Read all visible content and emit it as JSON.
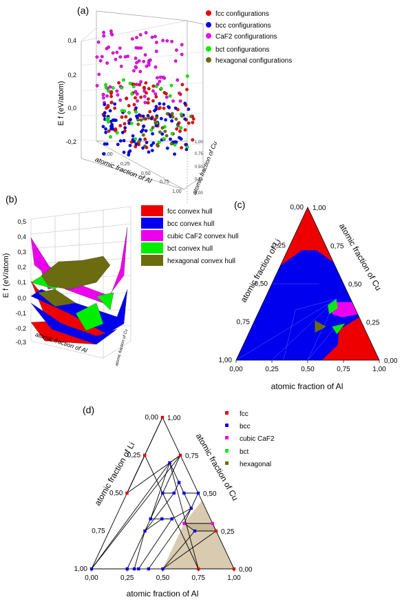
{
  "colors": {
    "fcc": "#ee0000",
    "bcc": "#0000ee",
    "caf2": "#ee00ee",
    "bct": "#00ee00",
    "hex": "#6b6b10",
    "hull_fill": "#d8cbb0",
    "panel_d_dark": "#c9b896"
  },
  "chart_data": [
    {
      "panel": "(a)",
      "type": "scatter",
      "title": "",
      "zlabel": "E f (eV/atom)",
      "xlabel": "atomic fraction of Al",
      "ylabel": "atomic fraction of Cu",
      "z_ticks": [
        "0,4",
        "0,2",
        "0,0",
        "-0,2"
      ],
      "x_ticks": [
        "0,00",
        "0,25",
        "0,50",
        "0,75",
        "1,00"
      ],
      "y_ticks": [
        "1,00",
        "0,75",
        "0,50",
        "0,25",
        "0,00"
      ],
      "zlim": [
        -0.3,
        0.5
      ],
      "legend": [
        {
          "name": "fcc configurations",
          "color_key": "fcc"
        },
        {
          "name": "bcc configurations",
          "color_key": "bcc"
        },
        {
          "name": "CaF2 configurations",
          "color_key": "caf2"
        },
        {
          "name": "bct configurations",
          "color_key": "bct"
        },
        {
          "name": "hexagonal configurations",
          "color_key": "hex"
        }
      ],
      "legend_position": "top-right"
    },
    {
      "panel": "(b)",
      "type": "area",
      "title": "",
      "zlabel": "E f (eV/atom)",
      "xlabel": "atomic fraction of Al",
      "ylabel": "atomic fraction of Cu",
      "z_ticks": [
        "0,5",
        "0,4",
        "0,3",
        "0,2",
        "0,1",
        "0,0",
        "-0,1",
        "-0,2",
        "-0,3"
      ],
      "zlim": [
        -0.3,
        0.5
      ],
      "legend": [
        {
          "name": "fcc convex hull",
          "color_key": "fcc"
        },
        {
          "name": "bcc  convex hull",
          "color_key": "bcc"
        },
        {
          "name": "cubic CaF2 convex hull",
          "color_key": "caf2"
        },
        {
          "name": "bct convex hull",
          "color_key": "bct"
        },
        {
          "name": "hexagonal convex hull",
          "color_key": "hex"
        }
      ],
      "legend_position": "right"
    },
    {
      "panel": "(c)",
      "type": "heatmap",
      "title": "",
      "axis_bottom": "atomic fraction of Al",
      "axis_left": "atomic fraction of Li",
      "axis_right": "atomic fraction of Cu",
      "bottom_ticks": [
        "0,00",
        "0,25",
        "0,50",
        "0,75",
        "1,00"
      ],
      "left_ticks": [
        "0,00",
        "0,25",
        "0,50",
        "0,75",
        "1,00"
      ],
      "right_ticks": [
        "1,00",
        "0,75",
        "0,50",
        "0,25",
        "0,00"
      ],
      "regions": [
        "fcc",
        "bcc",
        "CaF2",
        "bct",
        "hexagonal"
      ]
    },
    {
      "panel": "(d)",
      "type": "scatter",
      "title": "",
      "axis_bottom": "atomic fraction of Al",
      "axis_left": "atomic fraction of Li",
      "axis_right": "atomic fraction of Cu",
      "bottom_ticks": [
        "0,00",
        "0,25",
        "0,50",
        "0,75",
        "1,00"
      ],
      "left_ticks": [
        "0,00",
        "0,25",
        "0,50",
        "0,75",
        "1,00"
      ],
      "right_ticks": [
        "1,00",
        "0,75",
        "0,50",
        "0,25",
        "0,00"
      ],
      "legend": [
        {
          "name": "fcc",
          "color_key": "fcc"
        },
        {
          "name": "bcc",
          "color_key": "bcc"
        },
        {
          "name": "cubic CaF2",
          "color_key": "caf2"
        },
        {
          "name": "bct",
          "color_key": "bct"
        },
        {
          "name": "hexagonal",
          "color_key": "hex"
        }
      ],
      "legend_position": "top-right",
      "hull_points": [
        {
          "al": 0.0,
          "cu": 0.0,
          "phase": "bcc"
        },
        {
          "al": 1.0,
          "cu": 0.0,
          "phase": "fcc"
        },
        {
          "al": 0.0,
          "cu": 1.0,
          "phase": "fcc"
        },
        {
          "al": 0.25,
          "cu": 0.0,
          "phase": "bcc"
        },
        {
          "al": 0.3,
          "cu": 0.0,
          "phase": "bcc"
        },
        {
          "al": 0.33,
          "cu": 0.0,
          "phase": "bcc"
        },
        {
          "al": 0.4,
          "cu": 0.0,
          "phase": "bcc"
        },
        {
          "al": 0.5,
          "cu": 0.0,
          "phase": "bcc"
        },
        {
          "al": 0.75,
          "cu": 0.0,
          "phase": "fcc"
        },
        {
          "al": 0.0,
          "cu": 0.75,
          "phase": "fcc"
        },
        {
          "al": 0.0,
          "cu": 0.5,
          "phase": "fcc"
        },
        {
          "al": 0.25,
          "cu": 0.75,
          "phase": "fcc"
        },
        {
          "al": 0.2,
          "cu": 0.7,
          "phase": "bcc"
        },
        {
          "al": 0.33,
          "cu": 0.57,
          "phase": "bcc"
        },
        {
          "al": 0.4,
          "cu": 0.5,
          "phase": "bcc"
        },
        {
          "al": 0.5,
          "cu": 0.4,
          "phase": "bcc"
        },
        {
          "al": 0.5,
          "cu": 0.3,
          "phase": "caf2"
        },
        {
          "al": 0.7,
          "cu": 0.3,
          "phase": "caf2"
        },
        {
          "al": 0.75,
          "cu": 0.25,
          "phase": "fcc"
        },
        {
          "al": 0.6,
          "cu": 0.25,
          "phase": "bcc"
        },
        {
          "al": 0.25,
          "cu": 0.33,
          "phase": "bcc"
        },
        {
          "al": 0.33,
          "cu": 0.5,
          "phase": "bcc"
        },
        {
          "al": 0.25,
          "cu": 0.5,
          "phase": "bcc"
        },
        {
          "al": 0.4,
          "cu": 0.33,
          "phase": "bcc"
        },
        {
          "al": 0.25,
          "cu": 0.25,
          "phase": "bcc"
        },
        {
          "al": 0.5,
          "cu": 0.5,
          "phase": "bcc"
        },
        {
          "al": 0.33,
          "cu": 0.33,
          "phase": "bcc"
        }
      ]
    }
  ]
}
